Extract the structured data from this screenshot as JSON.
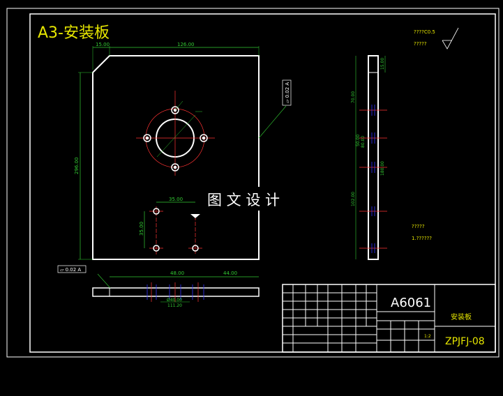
{
  "title": "A3-安装板",
  "watermark": "图 文 设 计",
  "material": "A6061",
  "part_name": "安装板",
  "drawing_number": "ZPJFJ-08",
  "scale": "1:2",
  "note_lines": [
    "?????",
    "1.??????"
  ],
  "roughness_note": "????C0.5",
  "roughness_note2": "?????",
  "flatness_tag": "0.02",
  "datum": "A",
  "dims": {
    "top_left": "15.00",
    "top_width": "126.00",
    "left_height": "296.00",
    "hole_spacing": "35.00",
    "hole_vertical": "35.00",
    "bottom_a": "48.00",
    "bottom_b": "44.00",
    "bottom_c": "Ø40.00",
    "bottom_d": "111.20",
    "side_top": "15.00",
    "side_1": "70.00",
    "side_2": "50.00",
    "side_3": "80.00",
    "side_4": "180.00",
    "side_5": "102.00"
  },
  "colors": {
    "line": "#ffffff",
    "dim": "#33cc33",
    "center": "#ff3333",
    "text": "#e6e600",
    "hidden": "#3333ff"
  }
}
